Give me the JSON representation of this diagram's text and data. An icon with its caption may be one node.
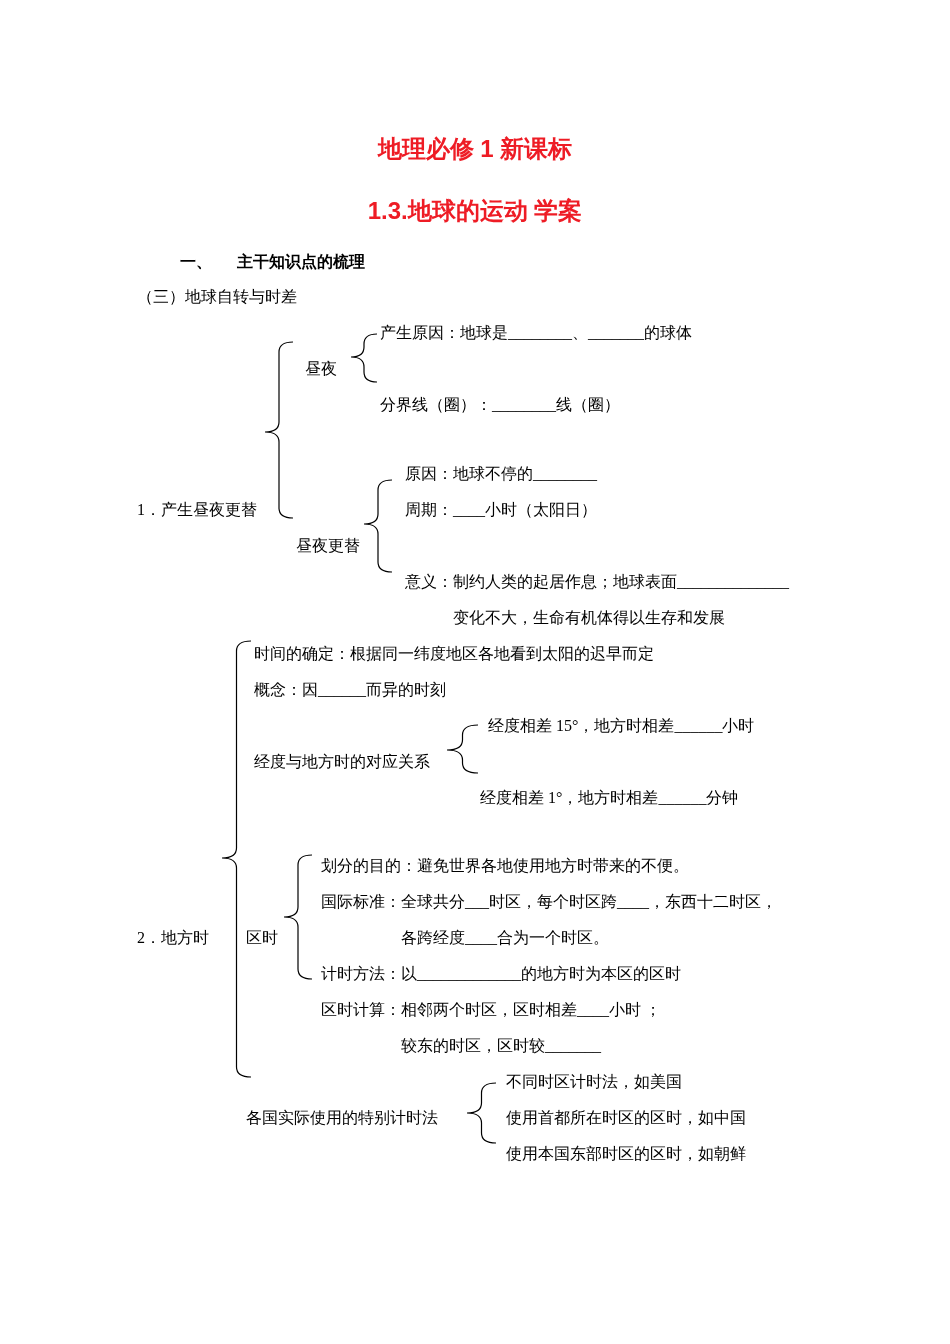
{
  "diagram": {
    "title": "地理必修 1 新课标",
    "labels": [
      "1.3.地球的运动 学案",
      "一、",
      "主干知识点的梳理",
      "（三）地球自转与时差",
      "产生原因：地球是________、_______的球体",
      "昼夜",
      "分界线（圈）：________线（圈）",
      "原因：地球不停的________",
      "1．产生昼夜更替",
      "周期：____小时（太阳日）",
      "昼夜更替",
      "意义：制约人类的起居作息；地球表面______________变化不大，生命有机体得以生存和发展",
      "时间的确定：根据同一纬度地区各地看到太阳的迟早而定",
      "概念：因______而异的时刻",
      "经度相差 15°，地方时相差______小时",
      "经度与地方时的对应关系",
      "经度相差 1°，地方时相差______分钟",
      "划分的目的：避免世界各地使用地方时带来的不便。",
      "国际标准：全球共分___时区，每个时区跨____，东西十二时区，各跨经度____合为一个时区。",
      "2．地方时",
      "区时",
      "计时方法：以_____________的地方时为本区的区时",
      "区时计算：相邻两个时区，区时相差____小时 ；较东的时区，区时较_______",
      "不同时区计时法，如美国",
      "各国实际使用的特别计时法",
      "使用首都所在时区的区时，如中国",
      "使用本国东部时区的区时，如朝鲜"
    ]
  }
}
